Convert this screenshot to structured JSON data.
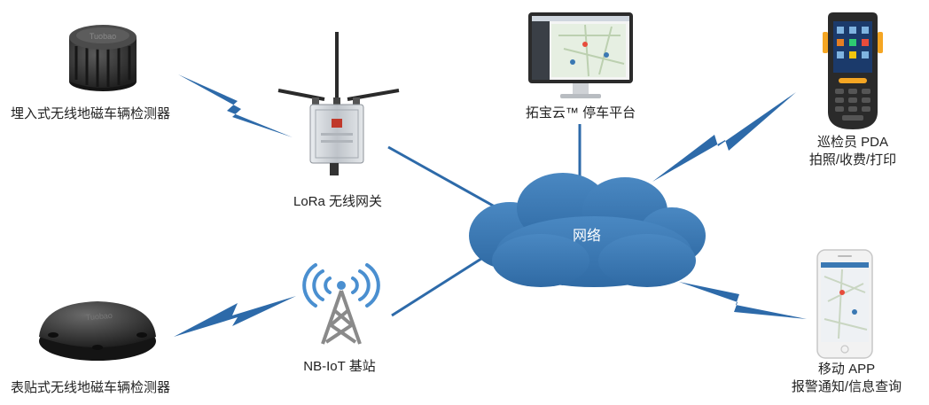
{
  "labels": {
    "buried_sensor": "埋入式无线地磁车辆检测器",
    "lora_gateway": "LoRa 无线网关",
    "nbiot_station": "NB-IoT 基站",
    "surface_sensor": "表贴式无线地磁车辆检测器",
    "platform": "拓宝云™ 停车平台",
    "pda_title": "巡检员 PDA",
    "pda_sub": "拍照/收费/打印",
    "app_title": "移动 APP",
    "app_sub": "报警通知/信息查询",
    "network": "网络"
  },
  "device_marks": {
    "sensor_brand": "Tuobao"
  },
  "colors": {
    "link_blue": "#2d6aa9",
    "cloud_blue": "#3a78b3",
    "device_dark": "#3b3b3b",
    "gateway_silver": "#c9cdd2",
    "tower_grey": "#8a8a8a",
    "signal_blue": "#4a8fd0",
    "pda_orange": "#f5a623"
  }
}
